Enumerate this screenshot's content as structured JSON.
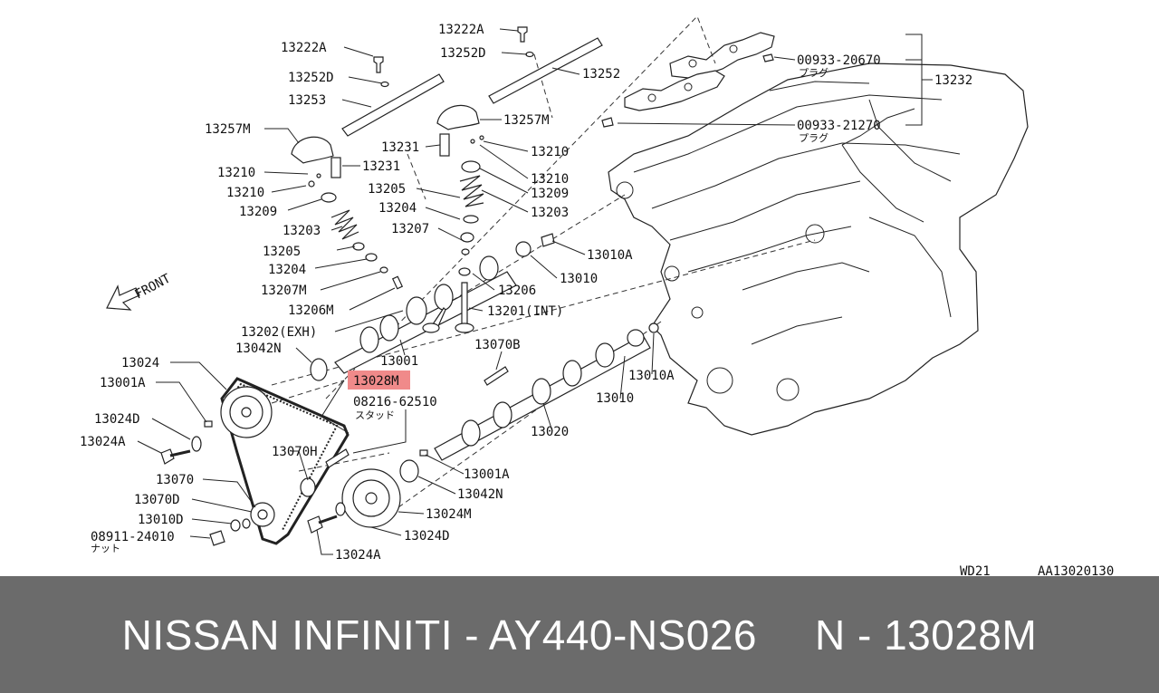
{
  "diagram": {
    "labels": {
      "p13222A_l": "13222A",
      "p13252D_l": "13252D",
      "p13253": "13253",
      "p13257M_l": "13257M",
      "p13210_a": "13210",
      "p13231_l": "13231",
      "p13210_b": "13210",
      "p13209_l": "13209",
      "p13203_l": "13203",
      "p13205_l": "13205",
      "p13204_l": "13204",
      "p13207M": "13207M",
      "p13206M": "13206M",
      "p13202": "13202(EXH)",
      "p13042N_l": "13042N",
      "p13024": "13024",
      "p13001A_l": "13001A",
      "p13024D_l": "13024D",
      "p13024A_l": "13024A",
      "p13070": "13070",
      "p13070D": "13070D",
      "p13010D": "13010D",
      "p08911": "08911-24010",
      "p13222A_r": "13222A",
      "p13252D_r": "13252D",
      "p13252": "13252",
      "p13257M_r": "13257M",
      "p13231_r": "13231",
      "p13210_r1": "13210",
      "p13210_r2": "13210",
      "p13209_r": "13209",
      "p13205_r": "13205",
      "p13203_r": "13203",
      "p13204_r": "13204",
      "p13207": "13207",
      "p13206": "13206",
      "p13201": "13201(INT)",
      "p13010A_a": "13010A",
      "p13010_a": "13010",
      "p13070B": "13070B",
      "p13001": "13001",
      "p13028M": "13028M",
      "p08216": "08216-62510",
      "p13010A_b": "13010A",
      "p13010_b": "13010",
      "p13020": "13020",
      "p13070H": "13070H",
      "p13001A_r": "13001A",
      "p13042N_r": "13042N",
      "p13024M": "13024M",
      "p13024D_r": "13024D",
      "p13024A_r": "13024A",
      "p00933_1": "00933-20670",
      "p00933_2": "00933-21270",
      "p13232": "13232",
      "code_wd": "WD21",
      "code_aa": "AA13020130"
    },
    "kana": {
      "plug1": "プラグ",
      "plug2": "プラグ",
      "stud": "スタッド",
      "nut": "ナット"
    },
    "front_label": "FRONT",
    "highlight_color": "#f08a8a"
  },
  "footer": {
    "left": "NISSAN INFINITI - AY440-NS026",
    "right": "N - 13028M",
    "background": "#6b6b6b",
    "text_color": "#ffffff"
  }
}
